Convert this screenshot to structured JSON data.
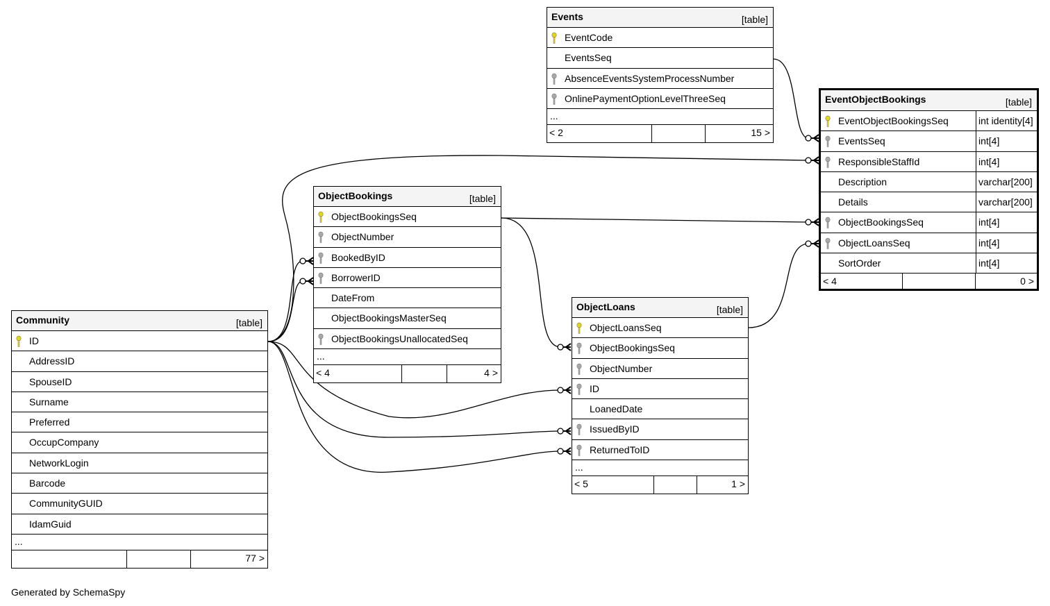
{
  "footer_text": "Generated by SchemaSpy",
  "colors": {
    "primary_key": "#e8d800",
    "foreign_key": "#a8a8a8",
    "header_bg": "#f4f4f4",
    "line": "#000000"
  },
  "tables": {
    "events": {
      "name": "Events",
      "type": "[table]",
      "columns": [
        {
          "name": "EventCode",
          "key": "primary"
        },
        {
          "name": "EventsSeq",
          "key": "none"
        },
        {
          "name": "AbsenceEventsSystemProcessNumber",
          "key": "foreign"
        },
        {
          "name": "OnlinePaymentOptionLevelThreeSeq",
          "key": "foreign"
        }
      ],
      "more": "...",
      "footer_left": "< 2",
      "footer_right": "15 >"
    },
    "eventobjectbookings": {
      "name": "EventObjectBookings",
      "type": "[table]",
      "columns": [
        {
          "name": "EventObjectBookingsSeq",
          "type": "int identity[4]",
          "key": "primary"
        },
        {
          "name": "EventsSeq",
          "type": "int[4]",
          "key": "foreign"
        },
        {
          "name": "ResponsibleStaffId",
          "type": "int[4]",
          "key": "foreign"
        },
        {
          "name": "Description",
          "type": "varchar[200]",
          "key": "none"
        },
        {
          "name": "Details",
          "type": "varchar[200]",
          "key": "none"
        },
        {
          "name": "ObjectBookingsSeq",
          "type": "int[4]",
          "key": "foreign"
        },
        {
          "name": "ObjectLoansSeq",
          "type": "int[4]",
          "key": "foreign"
        },
        {
          "name": "SortOrder",
          "type": "int[4]",
          "key": "none"
        }
      ],
      "footer_left": "< 4",
      "footer_right": "0 >"
    },
    "objectbookings": {
      "name": "ObjectBookings",
      "type": "[table]",
      "columns": [
        {
          "name": "ObjectBookingsSeq",
          "key": "primary"
        },
        {
          "name": "ObjectNumber",
          "key": "foreign"
        },
        {
          "name": "BookedByID",
          "key": "foreign"
        },
        {
          "name": "BorrowerID",
          "key": "foreign"
        },
        {
          "name": "DateFrom",
          "key": "none"
        },
        {
          "name": "ObjectBookingsMasterSeq",
          "key": "none"
        },
        {
          "name": "ObjectBookingsUnallocatedSeq",
          "key": "foreign"
        }
      ],
      "more": "...",
      "footer_left": "< 4",
      "footer_right": "4 >"
    },
    "objectloans": {
      "name": "ObjectLoans",
      "type": "[table]",
      "columns": [
        {
          "name": "ObjectLoansSeq",
          "key": "primary"
        },
        {
          "name": "ObjectBookingsSeq",
          "key": "foreign"
        },
        {
          "name": "ObjectNumber",
          "key": "foreign"
        },
        {
          "name": "ID",
          "key": "foreign"
        },
        {
          "name": "LoanedDate",
          "key": "none"
        },
        {
          "name": "IssuedByID",
          "key": "foreign"
        },
        {
          "name": "ReturnedToID",
          "key": "foreign"
        }
      ],
      "more": "...",
      "footer_left": "< 5",
      "footer_right": "1 >"
    },
    "community": {
      "name": "Community",
      "type": "[table]",
      "columns": [
        {
          "name": "ID",
          "key": "primary"
        },
        {
          "name": "AddressID",
          "key": "none"
        },
        {
          "name": "SpouseID",
          "key": "none"
        },
        {
          "name": "Surname",
          "key": "none"
        },
        {
          "name": "Preferred",
          "key": "none"
        },
        {
          "name": "OccupCompany",
          "key": "none"
        },
        {
          "name": "NetworkLogin",
          "key": "none"
        },
        {
          "name": "Barcode",
          "key": "none"
        },
        {
          "name": "CommunityGUID",
          "key": "none"
        },
        {
          "name": "IdamGuid",
          "key": "none"
        }
      ],
      "more": "...",
      "footer_left": "",
      "footer_right": "77 >"
    }
  }
}
